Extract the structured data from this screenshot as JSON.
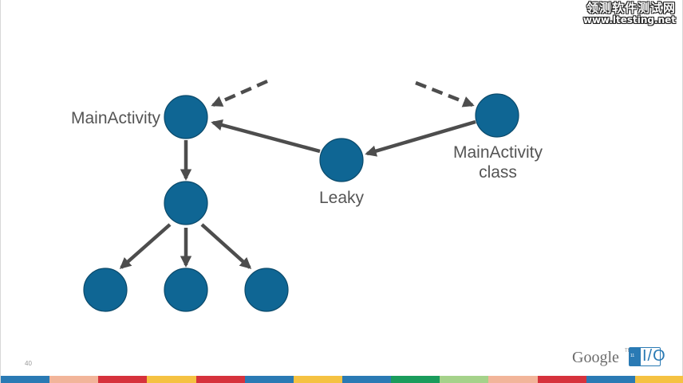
{
  "diagram": {
    "nodes": [
      {
        "id": "main-activity",
        "label": "MainActivity"
      },
      {
        "id": "child",
        "label": ""
      },
      {
        "id": "grandchild-1",
        "label": ""
      },
      {
        "id": "grandchild-2",
        "label": ""
      },
      {
        "id": "grandchild-3",
        "label": ""
      },
      {
        "id": "leaky",
        "label": "Leaky"
      },
      {
        "id": "main-activity-class",
        "label": "MainActivity\nclass"
      }
    ],
    "edges": [
      {
        "from": "main-activity",
        "to": "child",
        "style": "solid"
      },
      {
        "from": "child",
        "to": "grandchild-1",
        "style": "solid"
      },
      {
        "from": "child",
        "to": "grandchild-2",
        "style": "solid"
      },
      {
        "from": "child",
        "to": "grandchild-3",
        "style": "solid"
      },
      {
        "from": "leaky",
        "to": "main-activity",
        "style": "solid"
      },
      {
        "from": "main-activity-class",
        "to": "leaky",
        "style": "solid"
      },
      {
        "from": "unseen",
        "to": "main-activity",
        "style": "dashed"
      },
      {
        "from": "unseen",
        "to": "main-activity-class",
        "style": "dashed"
      }
    ],
    "node_color": "#0f6694",
    "edge_color": "#4d4d4d"
  },
  "labels": {
    "main_activity": "MainActivity",
    "leaky": "Leaky",
    "main_activity_class_line1": "MainActivity",
    "main_activity_class_line2": "class"
  },
  "slide": {
    "page_number": "40"
  },
  "watermark": {
    "line1": "领测软件测试网",
    "line2": "www.ltesting.net"
  },
  "logo": {
    "google": "Google",
    "tm": "TM",
    "io_small": "11",
    "io": "I/O"
  },
  "bottom_bar_colors": [
    "#2a7ab4",
    "#f2b59a",
    "#d6323c",
    "#f5c242",
    "#d6323c",
    "#2a7ab4",
    "#f5c242",
    "#2a7ab4",
    "#1a9c5c",
    "#a5d28a",
    "#f2b59a",
    "#d6323c",
    "#2a7ab4",
    "#f5c242"
  ]
}
